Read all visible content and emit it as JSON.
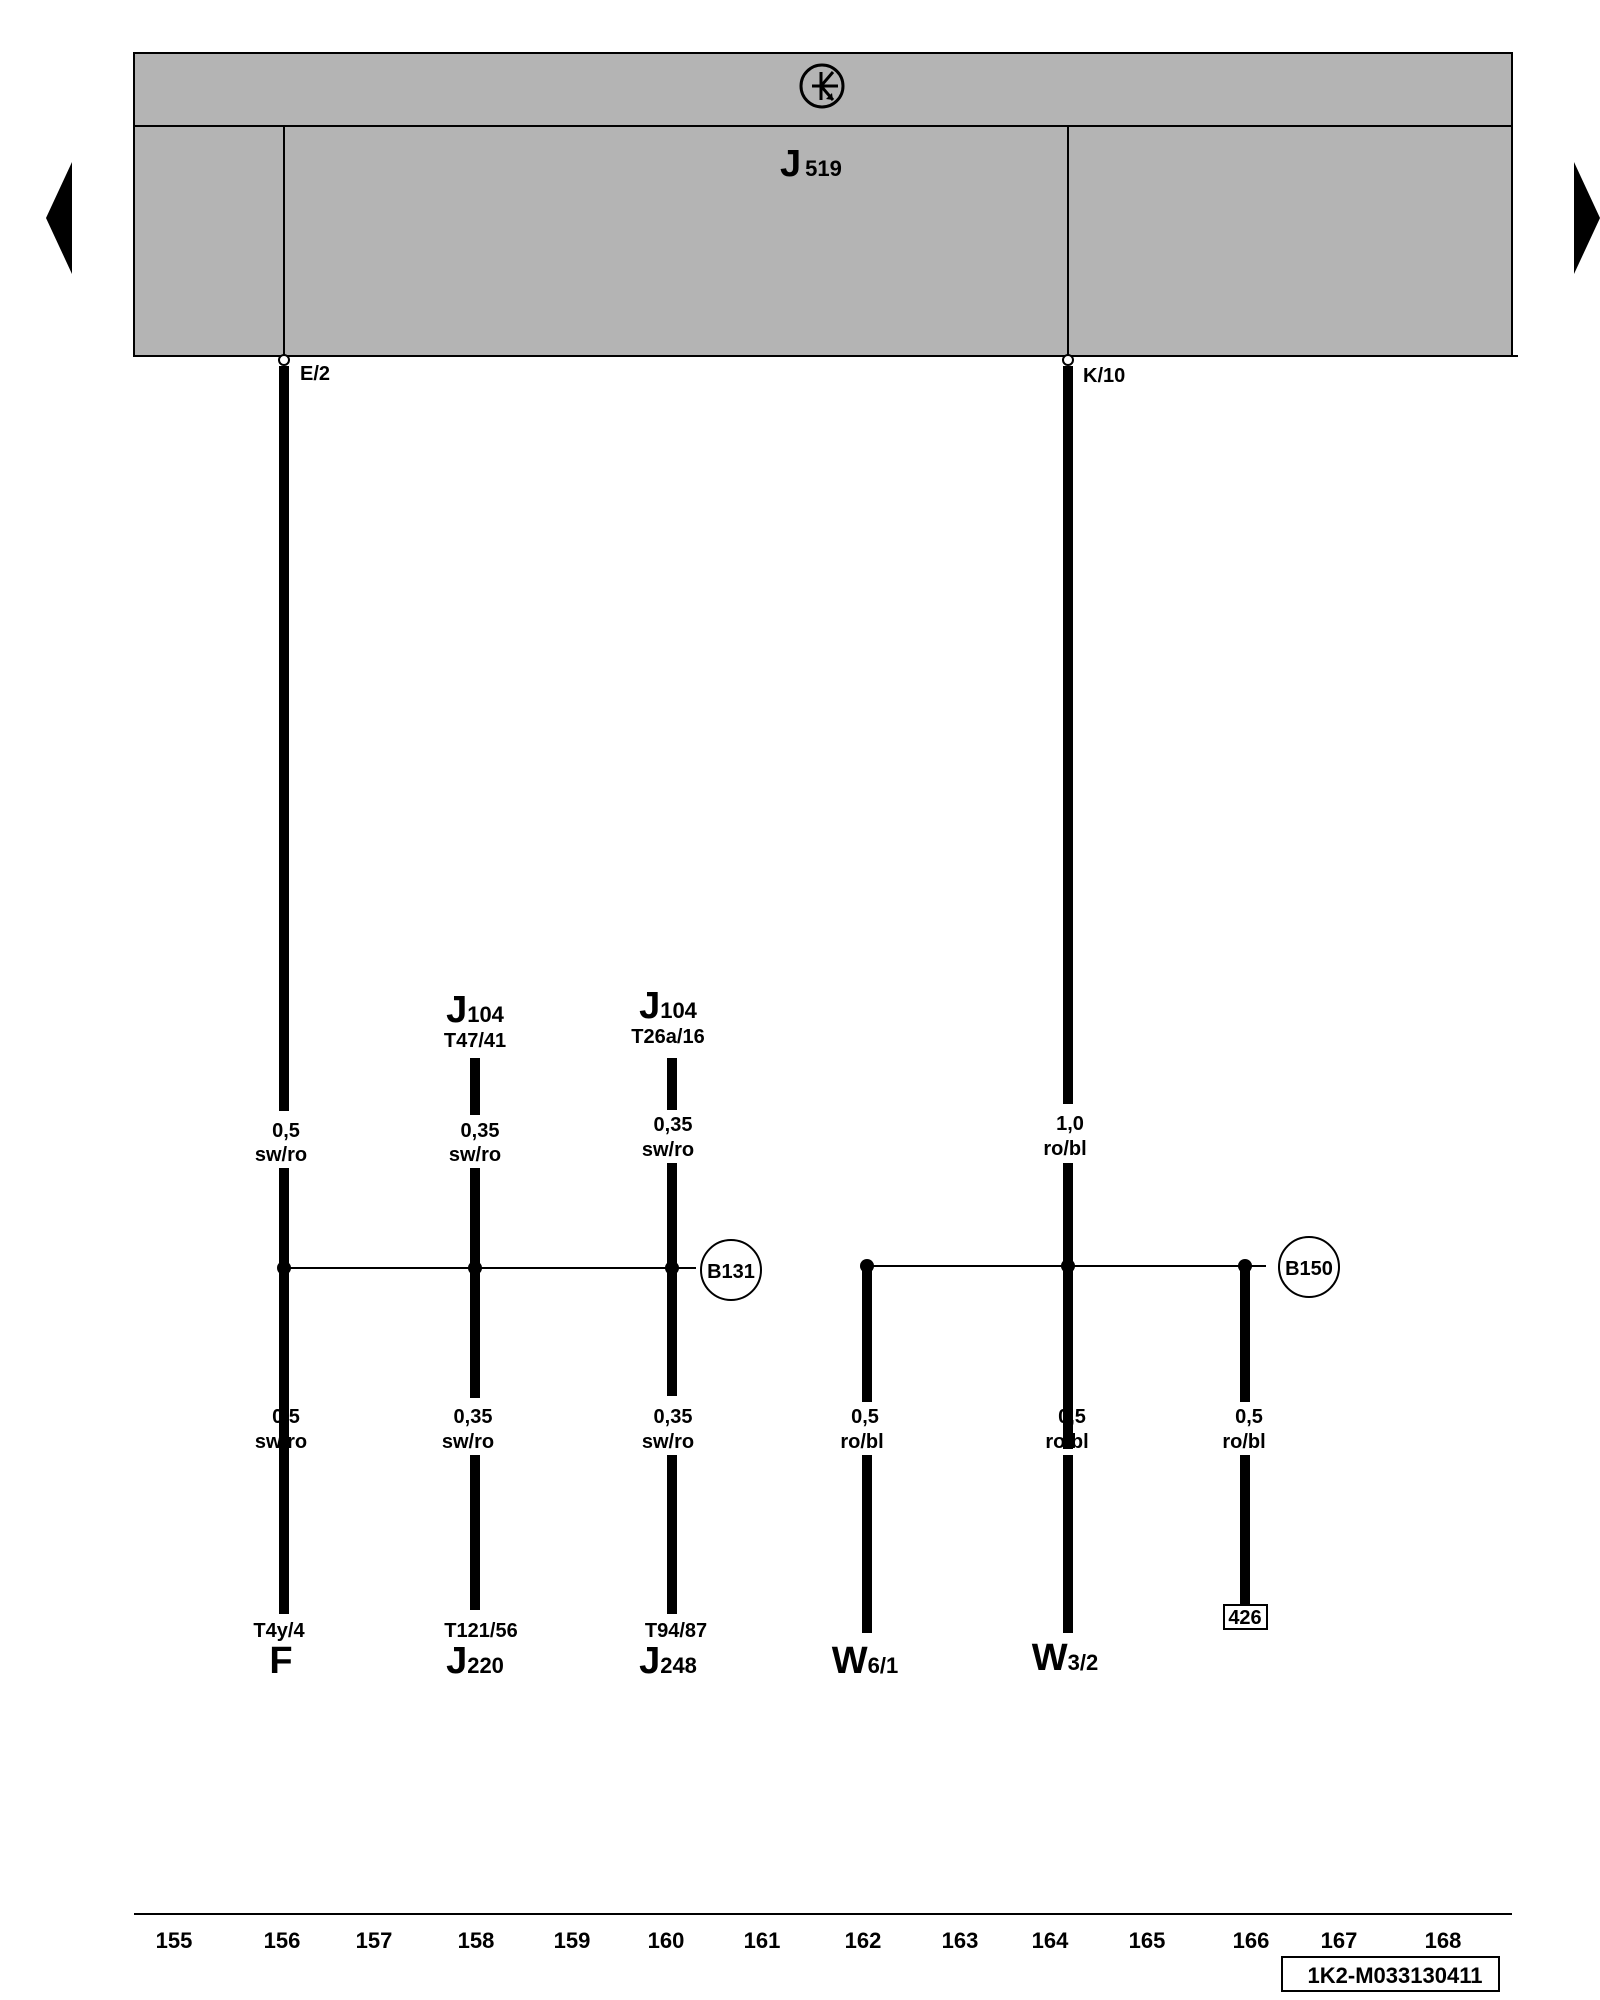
{
  "header": {
    "module_designation": "J",
    "module_number": "519",
    "module_symbol": "transistor-symbol"
  },
  "navigation": {
    "prev_symbol": "triangle-left",
    "next_symbol": "triangle-right"
  },
  "pins": {
    "e2": "E/2",
    "k10": "K/10"
  },
  "wires": {
    "left_trunk_top": {
      "size": "0,5",
      "color": "sw/ro"
    },
    "j104a_top": {
      "size": "0,35",
      "color": "sw/ro"
    },
    "j104b_top": {
      "size": "0,35",
      "color": "sw/ro"
    },
    "right_trunk_top": {
      "size": "1,0",
      "color": "ro/bl"
    },
    "f_bottom": {
      "size": "0,5",
      "color": "sw/ro"
    },
    "j220_bottom": {
      "size": "0,35",
      "color": "sw/ro"
    },
    "j248_bottom": {
      "size": "0,35",
      "color": "sw/ro"
    },
    "w6_bottom": {
      "size": "0,5",
      "color": "ro/bl"
    },
    "w3_bottom": {
      "size": "0,5",
      "color": "ro/bl"
    },
    "ref426_bottom": {
      "size": "0,5",
      "color": "ro/bl"
    }
  },
  "top_components": {
    "j104a": {
      "letter": "J",
      "number": "104",
      "connector": "T47/41"
    },
    "j104b": {
      "letter": "J",
      "number": "104",
      "connector": "T26a/16"
    }
  },
  "splices": {
    "b131": "B131",
    "b150": "B150"
  },
  "bottom_components": {
    "f": {
      "connector": "T4y/4",
      "letter": "F",
      "number": ""
    },
    "j220": {
      "connector": "T121/56",
      "letter": "J",
      "number": "220"
    },
    "j248": {
      "connector": "T94/87",
      "letter": "J",
      "number": "248"
    },
    "w6": {
      "letter": "W",
      "number": "6/1"
    },
    "w3": {
      "letter": "W",
      "number": "3/2"
    },
    "ref426": "426"
  },
  "ruler": {
    "columns": [
      "155",
      "156",
      "157",
      "158",
      "159",
      "160",
      "161",
      "162",
      "163",
      "164",
      "165",
      "166",
      "167",
      "168"
    ]
  },
  "footer": {
    "document_code": "1K2-M033130411"
  },
  "colors": {
    "module_fill": "#b4b4b4",
    "line": "#000000",
    "background": "#ffffff"
  }
}
